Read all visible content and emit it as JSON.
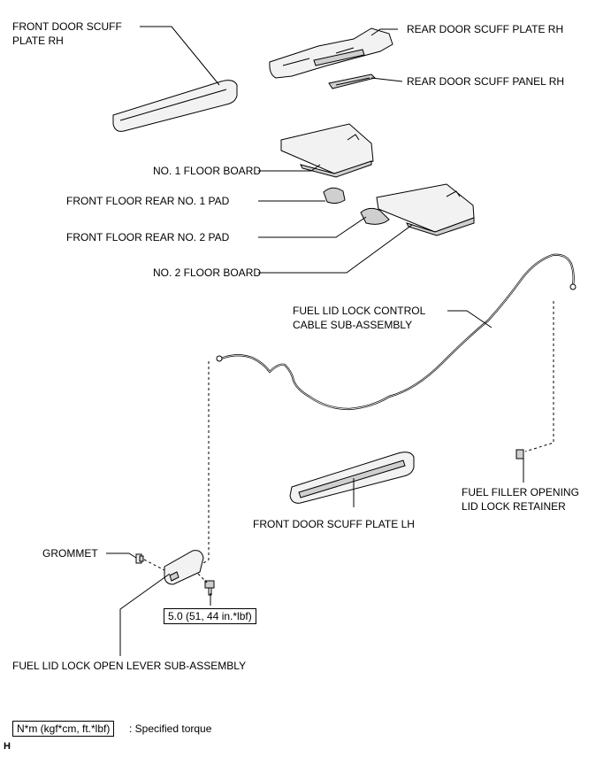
{
  "labels": {
    "front_door_scuff_plate_rh": "FRONT DOOR SCUFF\nPLATE RH",
    "rear_door_scuff_plate_rh": "REAR DOOR SCUFF PLATE RH",
    "rear_door_scuff_panel_rh": "REAR DOOR SCUFF PANEL RH",
    "no1_floor_board": "NO. 1 FLOOR BOARD",
    "front_floor_rear_no1_pad": "FRONT FLOOR REAR NO. 1 PAD",
    "front_floor_rear_no2_pad": "FRONT FLOOR REAR NO. 2 PAD",
    "no2_floor_board": "NO. 2 FLOOR BOARD",
    "fuel_lid_lock_control_cable": "FUEL LID LOCK CONTROL\nCABLE SUB-ASSEMBLY",
    "front_door_scuff_plate_lh": "FRONT DOOR SCUFF PLATE LH",
    "fuel_filler_opening_lid_lock_retainer": "FUEL FILLER OPENING\nLID LOCK RETAINER",
    "grommet": "GROMMET",
    "fuel_lid_lock_open_lever": "FUEL LID LOCK OPEN LEVER SUB-ASSEMBLY"
  },
  "torque": {
    "value": "5.0 (51, 44 in.*lbf)"
  },
  "legend": {
    "unit_box": "N*m (kgf*cm, ft.*lbf)",
    "description": ": Specified torque"
  },
  "corner_mark": "H"
}
